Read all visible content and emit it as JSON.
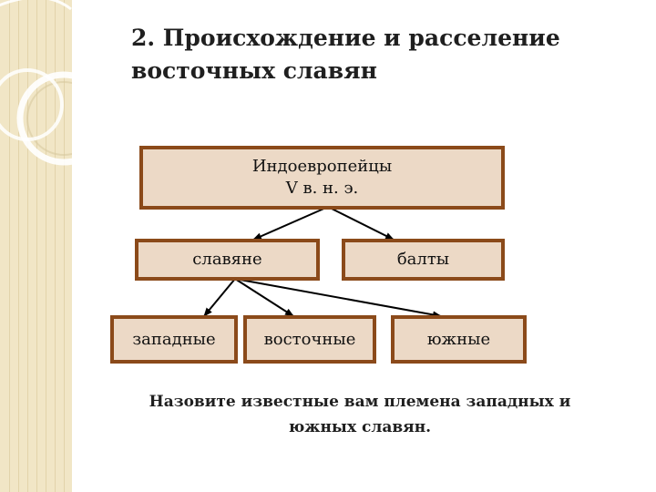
{
  "slide": {
    "title": "2. Происхождение и расселение восточных славян",
    "question": "Назовите известные вам племена западных и южных славян."
  },
  "diagram": {
    "root": {
      "name": "Индоевропейцы",
      "date": "V в. н. э."
    },
    "level2": [
      {
        "label": "славяне"
      },
      {
        "label": "балты"
      }
    ],
    "level3": [
      {
        "label": "западные"
      },
      {
        "label": "восточные"
      },
      {
        "label": "южные"
      }
    ]
  },
  "colors": {
    "box_fill": "#ecd9c6",
    "box_border": "#8b4a1a",
    "sidebar": "#f1e6c6"
  }
}
